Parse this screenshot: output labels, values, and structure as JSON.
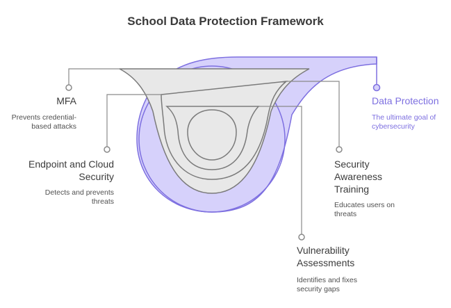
{
  "title": "School Data Protection Framework",
  "colors": {
    "accent": "#7d6fe0",
    "core_fill": "#d6d1fb",
    "ring_fill": "#e8e8e8",
    "ring_stroke": "#7a7a7a",
    "connector": "#8a8a8a",
    "text": "#3b3b3b"
  },
  "items": {
    "mfa": {
      "label": "MFA",
      "desc": "Prevents credential-based attacks"
    },
    "endpoint": {
      "label": "Endpoint and Cloud Security",
      "desc": "Detects and prevents threats"
    },
    "awareness": {
      "label": "Security Awareness Training",
      "desc": "Educates users on threats"
    },
    "vulnerability": {
      "label": "Vulnerability Assessments",
      "desc": "Identifies and fixes security gaps"
    },
    "data_protection": {
      "label": "Data Protection",
      "desc": "The ultimate goal of cybersecurity"
    }
  }
}
